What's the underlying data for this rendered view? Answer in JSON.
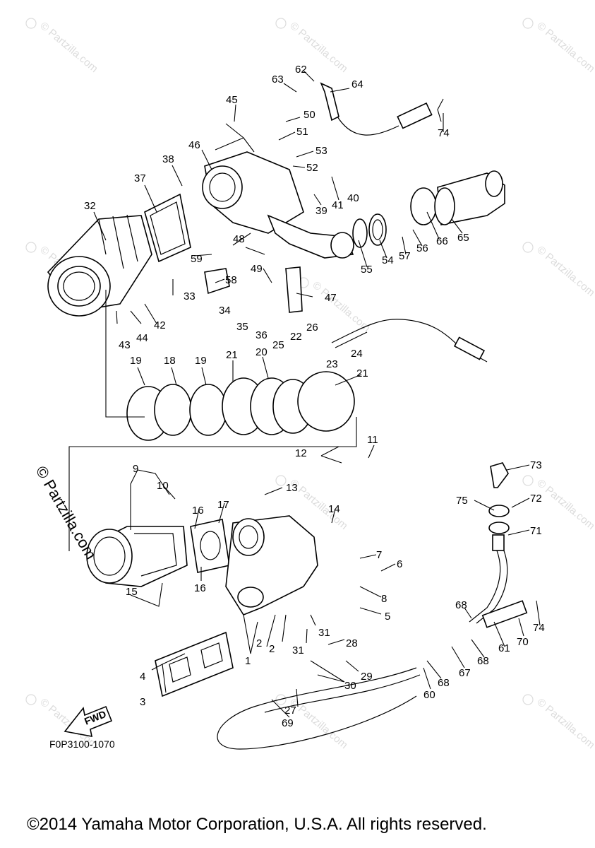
{
  "diagram": {
    "figure_code": "F0P3100-1070",
    "copyright": "©2014 Yamaha Motor Corporation, U.S.A. All rights reserved.",
    "watermark": "© Partzilla.com",
    "fwd_label": "FWD",
    "callouts": {
      "c1": "1",
      "c2a": "2",
      "c2b": "2",
      "c3": "3",
      "c4": "4",
      "c5": "5",
      "c6": "6",
      "c7": "7",
      "c8": "8",
      "c9": "9",
      "c10": "10",
      "c11": "11",
      "c12": "12",
      "c13": "13",
      "c14": "14",
      "c15": "15",
      "c16a": "16",
      "c16b": "16",
      "c17": "17",
      "c18": "18",
      "c19a": "19",
      "c19b": "19",
      "c20": "20",
      "c21a": "21",
      "c21b": "21",
      "c22": "22",
      "c23": "23",
      "c24": "24",
      "c25": "25",
      "c26": "26",
      "c27": "27",
      "c28": "28",
      "c29": "29",
      "c30": "30",
      "c31a": "31",
      "c31b": "31",
      "c32": "32",
      "c33": "33",
      "c34": "34",
      "c35": "35",
      "c36": "36",
      "c37": "37",
      "c38": "38",
      "c39": "39",
      "c40": "40",
      "c41": "41",
      "c42": "42",
      "c43": "43",
      "c44": "44",
      "c45": "45",
      "c46": "46",
      "c47": "47",
      "c48": "48",
      "c49": "49",
      "c50": "50",
      "c51": "51",
      "c52": "52",
      "c53": "53",
      "c54": "54",
      "c55": "55",
      "c56": "56",
      "c57": "57",
      "c58": "58",
      "c59": "59",
      "c60": "60",
      "c61": "61",
      "c62": "62",
      "c63": "63",
      "c64": "64",
      "c65": "65",
      "c66": "66",
      "c67": "67",
      "c68a": "68",
      "c68b": "68",
      "c68c": "68",
      "c69": "69",
      "c70": "70",
      "c71": "71",
      "c72": "72",
      "c73": "73",
      "c74a": "74",
      "c74b": "74",
      "c75": "75"
    }
  }
}
